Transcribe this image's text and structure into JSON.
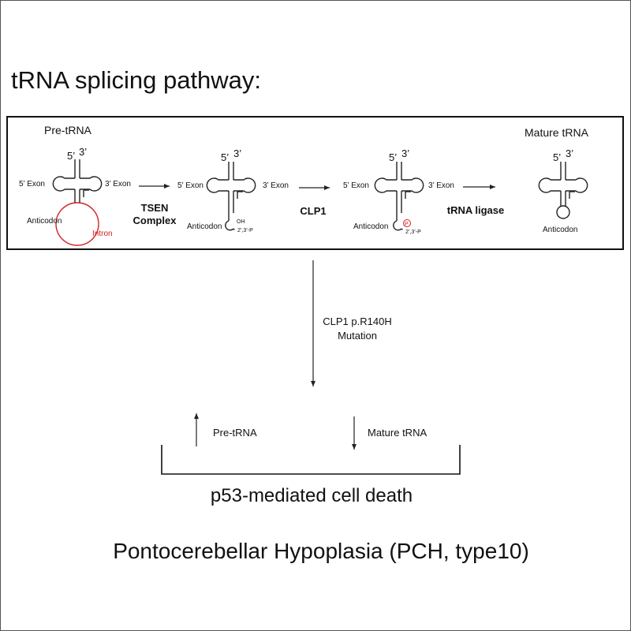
{
  "title": "tRNA splicing pathway:",
  "pathway": {
    "stages": [
      {
        "header": "Pre-tRNA",
        "five_prime": "5’",
        "three_prime": "3’",
        "left_label": "5’ Exon",
        "right_label": "3’ Exon",
        "anticodon": "Anticodon",
        "intron": "Intron"
      },
      {
        "five_prime": "5’",
        "three_prime": "3’",
        "left_label": "5’ Exon",
        "right_label": "3’ Exon",
        "anticodon": "Anticodon",
        "oh": "OH",
        "phosphate_end": "2’,3’-P"
      },
      {
        "five_prime": "5’",
        "three_prime": "3’",
        "left_label": "5’ Exon",
        "right_label": "3’ Exon",
        "anticodon": "Anticodon",
        "p": "P",
        "phosphate_end": "2’,3’-P"
      },
      {
        "header": "Mature tRNA",
        "five_prime": "5’",
        "three_prime": "3’",
        "anticodon": "Anticodon"
      }
    ],
    "steps": [
      {
        "line1": "TSEN",
        "line2": "Complex"
      },
      {
        "line1": "CLP1"
      },
      {
        "line1": "tRNA ligase"
      }
    ]
  },
  "mutation": {
    "line1": "CLP1 p.R140H",
    "line2": "Mutation"
  },
  "effects": {
    "increase": "Pre-tRNA",
    "decrease": "Mature tRNA"
  },
  "outcome": "p53-mediated cell death",
  "disease": "Pontocerebellar Hypoplasia (PCH, type10)",
  "colors": {
    "intron": "#d42020",
    "line": "#222222",
    "text": "#111111"
  }
}
